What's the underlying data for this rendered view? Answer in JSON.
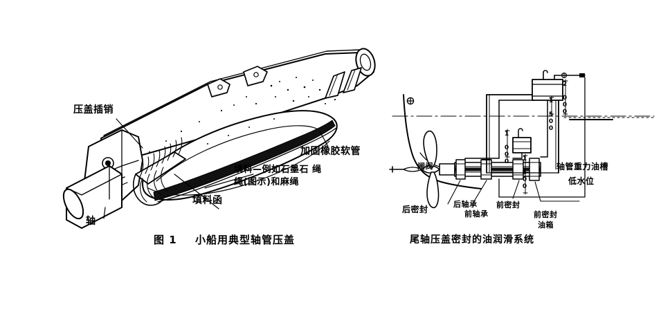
{
  "document": {
    "background_color": "#ffffff",
    "ink_color": "#000000"
  },
  "figure_left": {
    "name": "typical-small-craft-stern-tube-gland-illustration",
    "caption_number": "图 1",
    "caption_title": "小船用典型轴管压盖",
    "labels": {
      "gland_pin": "压盖插销",
      "shaft": "轴",
      "stuffing_box": "填料函",
      "packing_line1": "填料—例如石墨石 绳",
      "packing_line2": "绳(图示)和麻绳",
      "reinforced_rubber_hose": "加固橡胶软管"
    }
  },
  "figure_right": {
    "name": "oil-lubrication-system-for-stern-shaft-gland-seal",
    "caption_title": "尾轴压盖密封的油润滑系统",
    "labels": {
      "gate_valve": "闸阀",
      "gravity_oil_tank": "轴管重力油槽",
      "low_water_level": "低水位",
      "forward_seal_oil_tank_line1": "前密封",
      "forward_seal_oil_tank_line2": "油箱",
      "aft_seal": "后密封",
      "aft_bearing": "后轴承",
      "forward_seal": "前密封",
      "forward_bearing": "前轴承"
    },
    "dimensions": {
      "d_1500_upper": "1 500",
      "d_2000": "2 000",
      "d_1000": "1 000",
      "d_1500_lower": "1 500"
    }
  }
}
